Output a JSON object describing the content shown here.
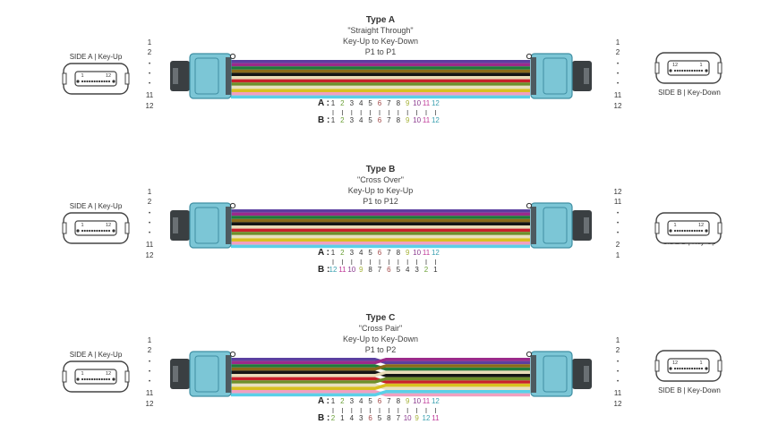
{
  "colors": {
    "connector": "#7cc6d6",
    "connector_stroke": "#3f8fa3",
    "boot": "#3a3f42",
    "outline": "#444444",
    "fibers": [
      "#5b3fa0",
      "#9b2a8a",
      "#1f7a3a",
      "#8a6a1a",
      "#151515",
      "#e8dcb8",
      "#c8202a",
      "#6e8f2a",
      "#e8e0c0",
      "#d8c020",
      "#f0a0c0",
      "#5ad0e8"
    ]
  },
  "label_colors": [
    "#333333",
    "#6aa036",
    "#333333",
    "#333333",
    "#333333",
    "#a34848",
    "#333333",
    "#333333",
    "#a7b43c",
    "#8b3a8f",
    "#c03a9a",
    "#3aa0b0"
  ],
  "a_label": "A :",
  "b_label": "B :",
  "dot": "•",
  "types": [
    {
      "title": "Type A",
      "subtitle": "\"Straight Through\"",
      "line3": "Key-Up to Key-Down",
      "line4": "P1 to P1",
      "left_label": "SIDE A | Key-Up",
      "right_label": "SIDE B | Key-Down",
      "left_nums": {
        "top1": "1",
        "top2": "2",
        "bot1": "11",
        "bot2": "12"
      },
      "right_nums": {
        "top1": "1",
        "top2": "2",
        "bot1": "11",
        "bot2": "12"
      },
      "left_connector_nums": {
        "first": "1",
        "last": "12"
      },
      "right_connector_nums": {
        "first": "12",
        "last": "1"
      },
      "cross_pair": false,
      "a_row": [
        "1",
        "2",
        "3",
        "4",
        "5",
        "6",
        "7",
        "8",
        "9",
        "10",
        "11",
        "12"
      ],
      "b_row": [
        "1",
        "2",
        "3",
        "4",
        "5",
        "6",
        "7",
        "8",
        "9",
        "10",
        "11",
        "12"
      ]
    },
    {
      "title": "Type B",
      "subtitle": "\"Cross Over\"",
      "line3": "Key-Up to Key-Up",
      "line4": "P1 to P12",
      "left_label": "SIDE A | Key-Up",
      "right_label": "SIDE B | Key-Up",
      "left_nums": {
        "top1": "1",
        "top2": "2",
        "bot1": "11",
        "bot2": "12"
      },
      "right_nums": {
        "top1": "12",
        "top2": "11",
        "bot1": "2",
        "bot2": "1"
      },
      "left_connector_nums": {
        "first": "1",
        "last": "12"
      },
      "right_connector_nums": {
        "first": "1",
        "last": "12"
      },
      "cross_pair": false,
      "a_row": [
        "1",
        "2",
        "3",
        "4",
        "5",
        "6",
        "7",
        "8",
        "9",
        "10",
        "11",
        "12"
      ],
      "b_row": [
        "12",
        "11",
        "10",
        "9",
        "8",
        "7",
        "6",
        "5",
        "4",
        "3",
        "2",
        "1"
      ]
    },
    {
      "title": "Type C",
      "subtitle": "\"Cross Pair\"",
      "line3": "Key-Up to Key-Down",
      "line4": "P1 to P2",
      "left_label": "SIDE A | Key-Up",
      "right_label": "SIDE B | Key-Down",
      "left_nums": {
        "top1": "1",
        "top2": "2",
        "bot1": "11",
        "bot2": "12"
      },
      "right_nums": {
        "top1": "1",
        "top2": "2",
        "bot1": "11",
        "bot2": "12"
      },
      "left_connector_nums": {
        "first": "1",
        "last": "12"
      },
      "right_connector_nums": {
        "first": "12",
        "last": "1"
      },
      "cross_pair": true,
      "a_row": [
        "1",
        "2",
        "3",
        "4",
        "5",
        "6",
        "7",
        "8",
        "9",
        "10",
        "11",
        "12"
      ],
      "b_row": [
        "2",
        "1",
        "4",
        "3",
        "6",
        "5",
        "8",
        "7",
        "10",
        "9",
        "12",
        "11"
      ]
    }
  ]
}
